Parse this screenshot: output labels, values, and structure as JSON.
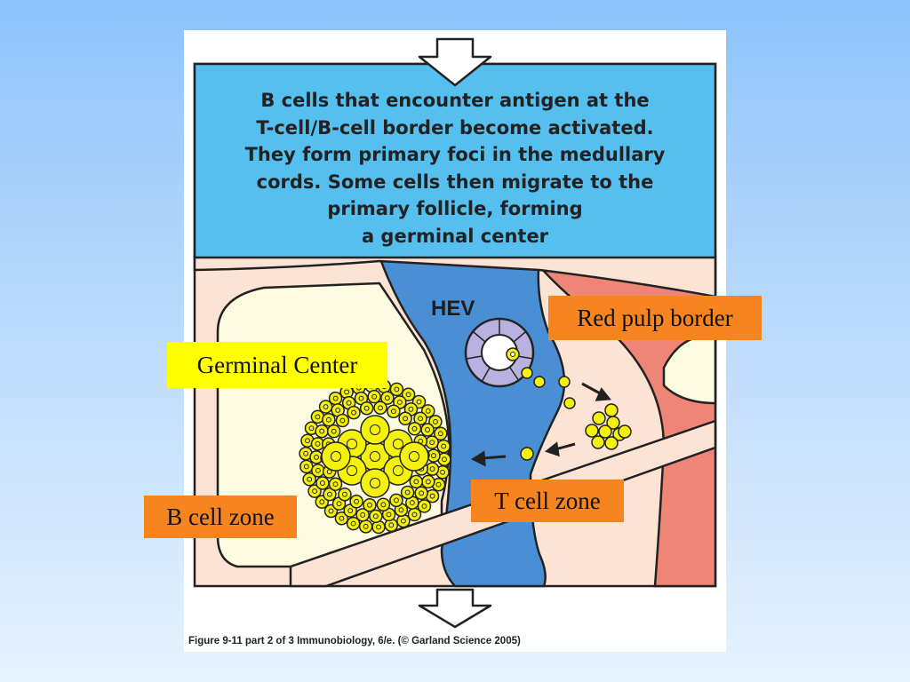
{
  "figure": {
    "headline": "B cells that encounter antigen at the\nT-cell/B-cell border become activated.\nThey form primary foci in the medullary\ncords. Some cells then migrate to the\nprimary follicle, forming\na germinal center",
    "hev_label": "HEV",
    "caption": "Figure 9-11 part 2 of 3  Immunobiology, 6/e. (© Garland Science 2005)"
  },
  "callouts": {
    "red_pulp": "Red pulp border",
    "germinal": "Germinal Center",
    "b_zone": "B cell zone",
    "t_zone": "T cell zone"
  },
  "colors": {
    "background_top": "#8cc3fb",
    "background_bottom": "#e6f2fe",
    "header_blue": "#55bff0",
    "medulla_blue": "#4a8ed4",
    "red_pulp": "#ef8576",
    "follicle_cream": "#fdfbe0",
    "capsule_peach": "#fde3d3",
    "cell_yellow": "#f4f10a",
    "hev_lavender": "#b9b2e0",
    "callout_orange": "#f7851f",
    "callout_yellow": "#ffff00"
  },
  "icons": {
    "top_arrow": "down-arrow-outline",
    "bottom_arrow": "down-arrow-outline"
  }
}
